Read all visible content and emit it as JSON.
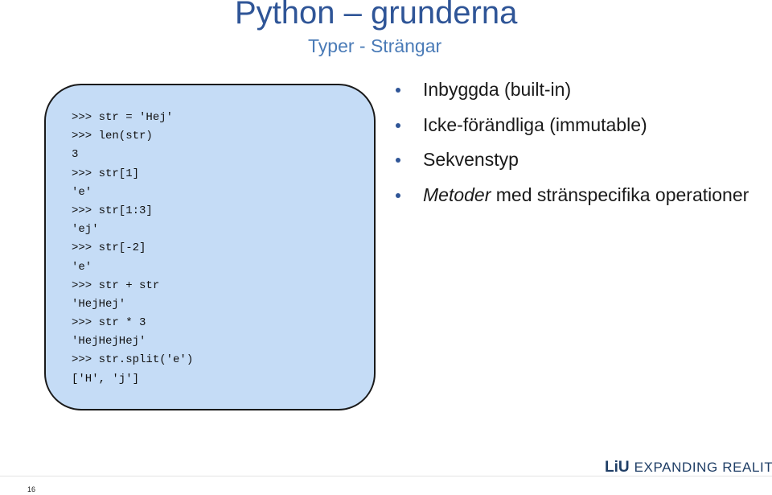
{
  "slide": {
    "title": "Python – grunderna",
    "subtitle": "Typer - Strängar",
    "code_lines": [
      ">>> str = ′Hej′",
      ">>> len(str)",
      "3",
      ">>> str[1]",
      "′e′",
      ">>> str[1:3]",
      "′ej′",
      ">>> str[-2]",
      "′e′",
      ">>> str + str",
      "′HejHej′",
      ">>> str * 3",
      "′HejHejHej′",
      ">>> str.split(′e′)",
      "[′H′, ′j′]"
    ],
    "bullets": [
      {
        "text": "Inbyggda (built-in)"
      },
      {
        "text": "Icke-förändliga (immutable)"
      },
      {
        "text": "Sekvenstyp"
      },
      {
        "emphasis": "Metoder",
        "text": " med stränspecifika operationer"
      }
    ],
    "page_number": "16",
    "logo": {
      "mark": "LiU",
      "tagline": "EXPANDING REALITY"
    }
  },
  "colors": {
    "title": "#2f5597",
    "subtitle": "#4a7bb7",
    "code_box_fill": "#c5dcf6",
    "logo": "#1f3e66"
  }
}
